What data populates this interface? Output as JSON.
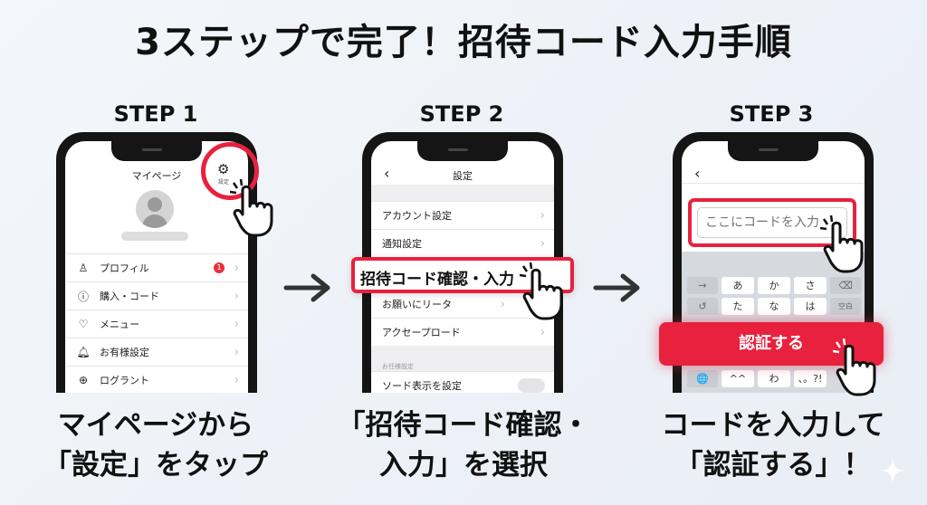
{
  "title": "3ステップで完了！招待コード入力手順",
  "steps": [
    {
      "label": "STEP 1",
      "caption_lines": [
        "マイページから",
        "「設定」をタップ"
      ]
    },
    {
      "label": "STEP 2",
      "caption_lines": [
        "「招待コード確認・",
        "入力」を選択"
      ]
    },
    {
      "label": "STEP 3",
      "caption_lines": [
        "コードを入力して",
        "「認証する」！"
      ]
    }
  ],
  "phone1": {
    "header": "マイページ",
    "settings_label": "設定",
    "badge": "1",
    "items": [
      {
        "icon": "person-icon",
        "label": "プロフィル"
      },
      {
        "icon": "question-icon",
        "label": "購入・コード"
      },
      {
        "icon": "heart-icon",
        "label": "メニュー"
      },
      {
        "icon": "bell-icon",
        "label": "お有様設定"
      },
      {
        "icon": "globe-icon",
        "label": "ログラント"
      }
    ]
  },
  "phone2": {
    "header": "設定",
    "items": [
      "アカウント設定",
      "通知設定"
    ],
    "highlight": "招待コード確認・入力",
    "items_after": [
      "お願いにリータ",
      "アクセープロード"
    ],
    "section": "お任様設定",
    "toggle_item": "ソード表示を設定"
  },
  "phone3": {
    "placeholder": "ここにコードを入力",
    "button": "認証する",
    "keys_row1": [
      "→",
      "あ",
      "か",
      "さ",
      "⌫"
    ],
    "keys_row2": [
      "↺",
      "た",
      "な",
      "は",
      "空白"
    ],
    "keys_bottom": [
      "🌐",
      "^^",
      "わ",
      "、。?!"
    ]
  },
  "colors": {
    "accent": "#e8213f",
    "text": "#111111"
  }
}
